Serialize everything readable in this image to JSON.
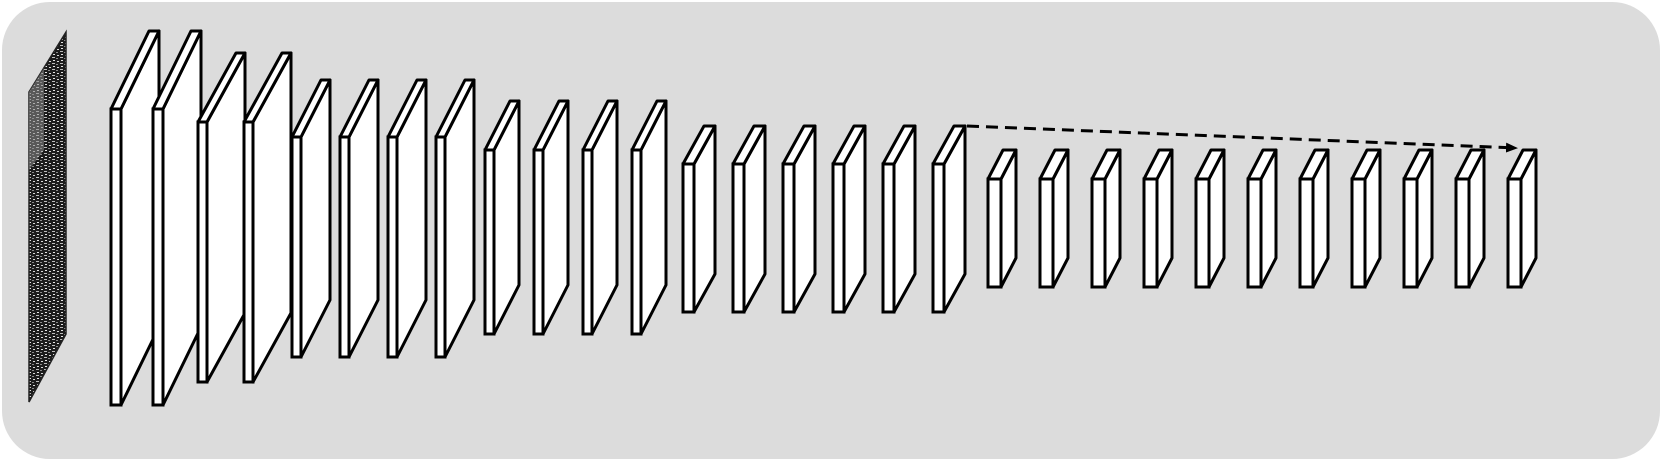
{
  "diagram": {
    "kind": "network-architecture",
    "background_color": "#dcdcdc",
    "layer_fill": "#ffffff",
    "stroke_color": "#000000",
    "input_image": {
      "icon": "image-slice-icon"
    },
    "stages": [
      {
        "layers": 2
      },
      {
        "layers": 2
      },
      {
        "layers": 4
      },
      {
        "layers": 4
      },
      {
        "layers": 6
      },
      {
        "layers": 11
      }
    ],
    "skip_connection": {
      "style": "dashed-arrow",
      "from": "stage-5-last-layer",
      "to": "stage-6-last-layer"
    }
  }
}
